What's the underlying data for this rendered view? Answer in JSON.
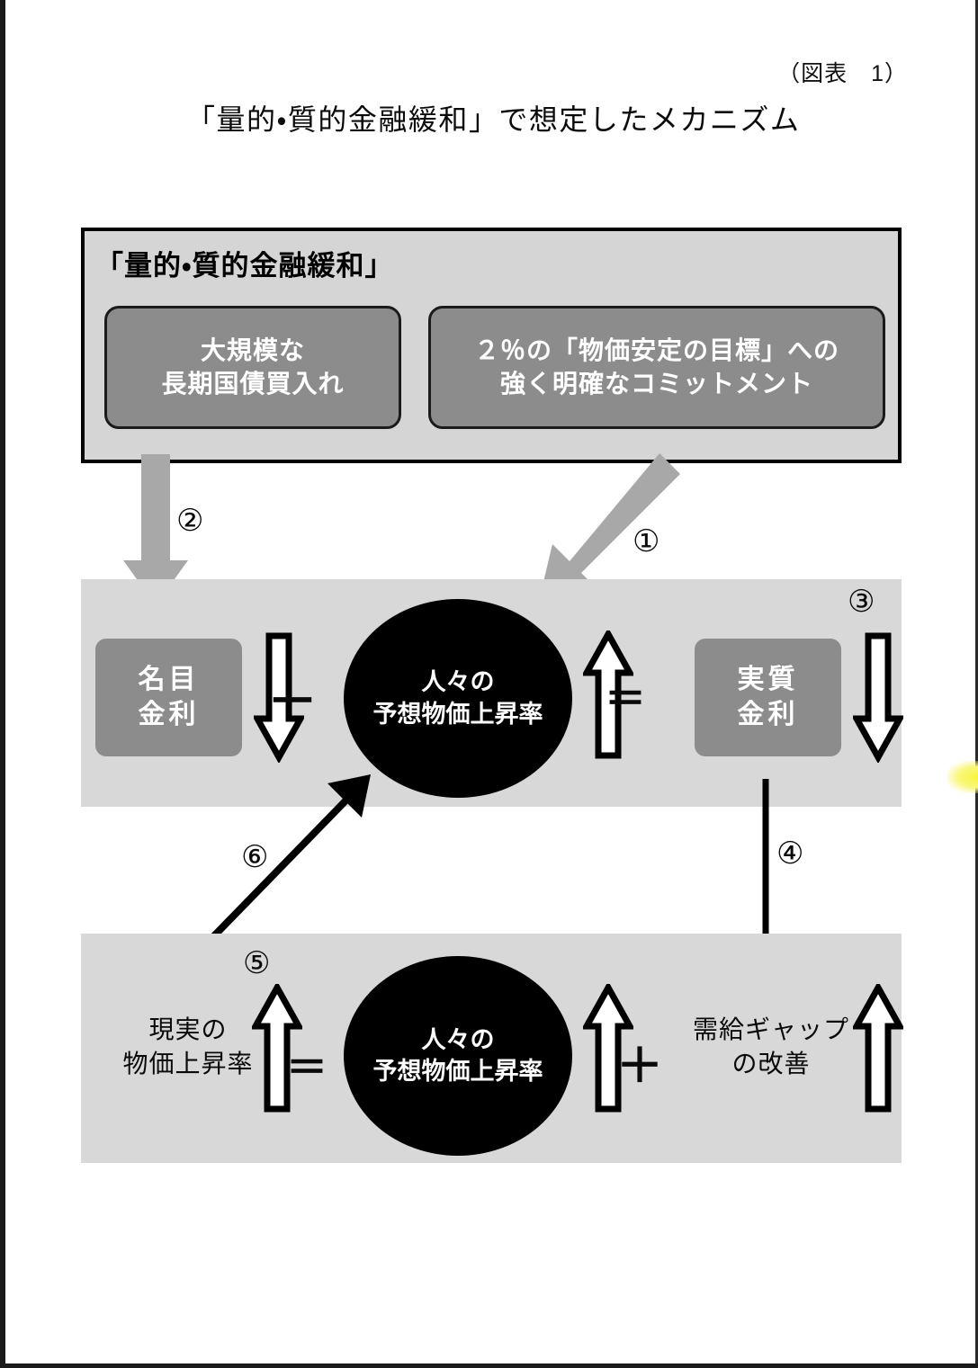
{
  "page": {
    "figure_label": "（図表　1）",
    "title": "「量的・質的金融緩和」で想定したメカニズム"
  },
  "qqe_box": {
    "heading": "「量的・質的金融緩和」",
    "policies": [
      {
        "line1": "大規模な",
        "line2": "長期国債買入れ"
      },
      {
        "line1": "２％の「物価安定の目標」への",
        "line2": "強く明確なコミットメント"
      }
    ]
  },
  "rates_row": {
    "nominal": {
      "line1": "名目",
      "line2": "金利",
      "direction": "down"
    },
    "operator_minus": "－",
    "expected_inflation": {
      "line1": "人々の",
      "line2": "予想物価上昇率",
      "direction": "up"
    },
    "operator_equal": "＝",
    "real": {
      "line1": "実質",
      "line2": "金利",
      "direction": "down"
    }
  },
  "inflation_row": {
    "actual": {
      "line1": "現実の",
      "line2": "物価上昇率",
      "direction": "up"
    },
    "operator_equal": "＝",
    "expected_inflation": {
      "line1": "人々の",
      "line2": "予想物価上昇率",
      "direction": "up"
    },
    "operator_plus": "＋",
    "output_gap": {
      "line1": "需給ギャップ",
      "line2": "の改善",
      "direction": "up"
    }
  },
  "step_markers": {
    "one": "①",
    "two": "②",
    "three": "③",
    "four": "④",
    "five": "⑤",
    "six": "⑥"
  },
  "colors": {
    "band_fill": "#d8d8d8",
    "box_fill": "#8c8c8c",
    "ellipse_fill": "#000000",
    "connector_gray": "#a8a8a8",
    "connector_black": "#000000",
    "text_on_dark": "#ffffff",
    "text_dark": "#0a0a0a",
    "highlight_yellow": "#f7f53c"
  }
}
